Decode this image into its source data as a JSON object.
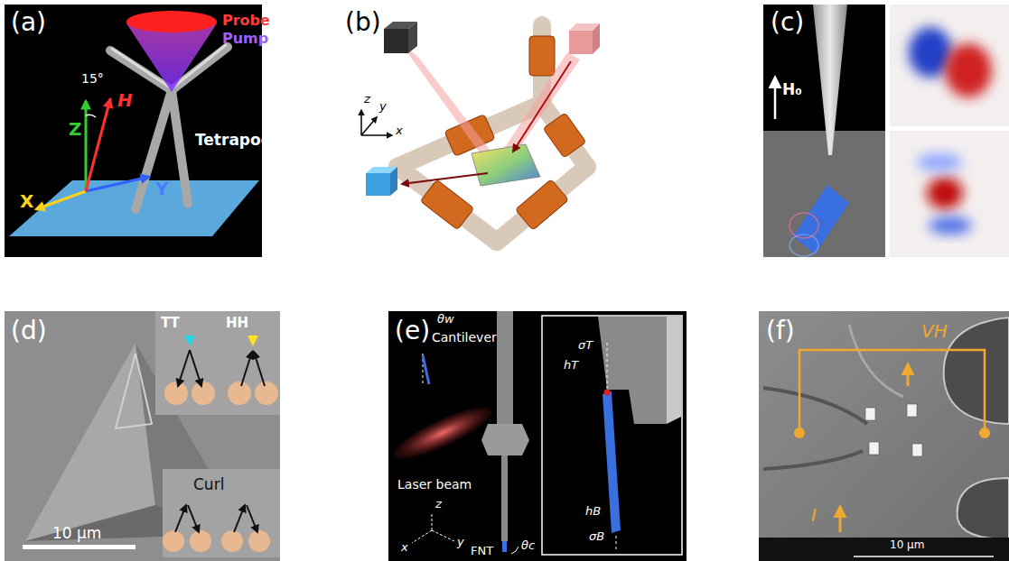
{
  "diagram": {
    "labels": [
      "(a)",
      "Probe",
      "Pump",
      "15°",
      "Z",
      "H",
      "Tetrapod",
      "X",
      "Y",
      "(b)",
      "z",
      "y",
      "x",
      "(c)",
      "H₀",
      "(d)",
      "TT",
      "HH",
      "Curl",
      "10 μm",
      "(e)",
      "θw",
      "Cantilever",
      "σT",
      "hT",
      "Laser beam",
      "z",
      "x",
      "y",
      "hB",
      "σB",
      "FNT",
      "θc",
      "(f)",
      "VH",
      "I",
      "10 μm"
    ]
  }
}
